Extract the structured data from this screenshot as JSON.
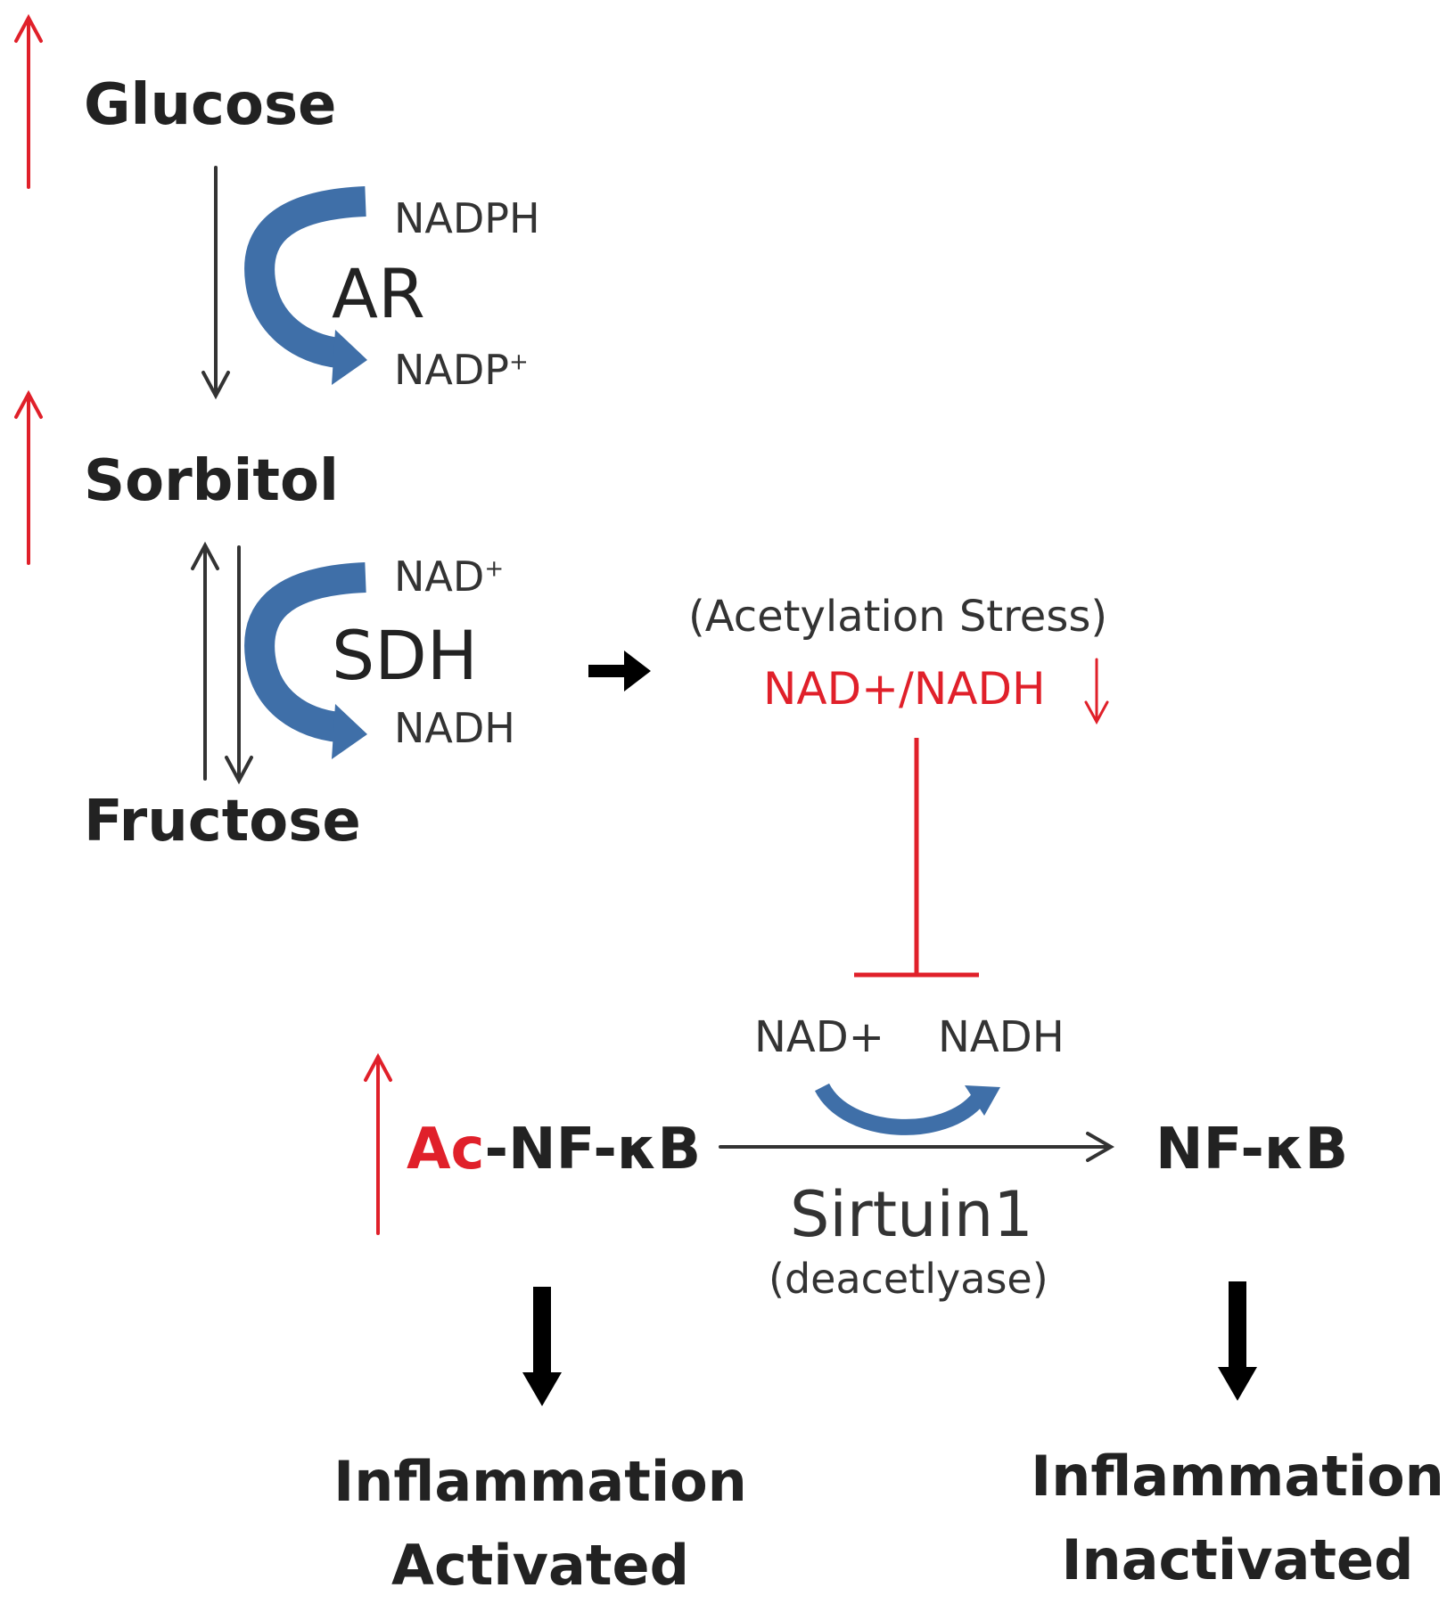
{
  "metabolites": {
    "glucose": "Glucose",
    "sorbitol": "Sorbitol",
    "fructose": "Fructose"
  },
  "enzymes": {
    "ar": "AR",
    "sdh": "SDH",
    "sirtuin": "Sirtuin1",
    "sirtuin_note": "(deacetlyase)"
  },
  "cofactors": {
    "nadph": "NADPH",
    "nadp_plus": "NADP",
    "nad_plus_top": "NAD",
    "nadh_top": "NADH",
    "nad_plus_bottom": "NAD+",
    "nadh_bottom": "NADH",
    "plus_sign": "+"
  },
  "stress": {
    "label": "(Acetylation Stress)",
    "ratio": "NAD+/NADH"
  },
  "nfkb": {
    "acetyl_prefix": "Ac",
    "acetylated_suffix": "-NF-κB",
    "free": "NF-κB"
  },
  "outcomes": {
    "left_line1": "Inflammation",
    "left_line2": "Activated",
    "right_line1": "Inflammation",
    "right_line2": "Inactivated"
  },
  "colors": {
    "red": "#e0202a",
    "enzyme_arrow": "#3f6fa8",
    "dark": "#333333",
    "black": "#000000"
  }
}
